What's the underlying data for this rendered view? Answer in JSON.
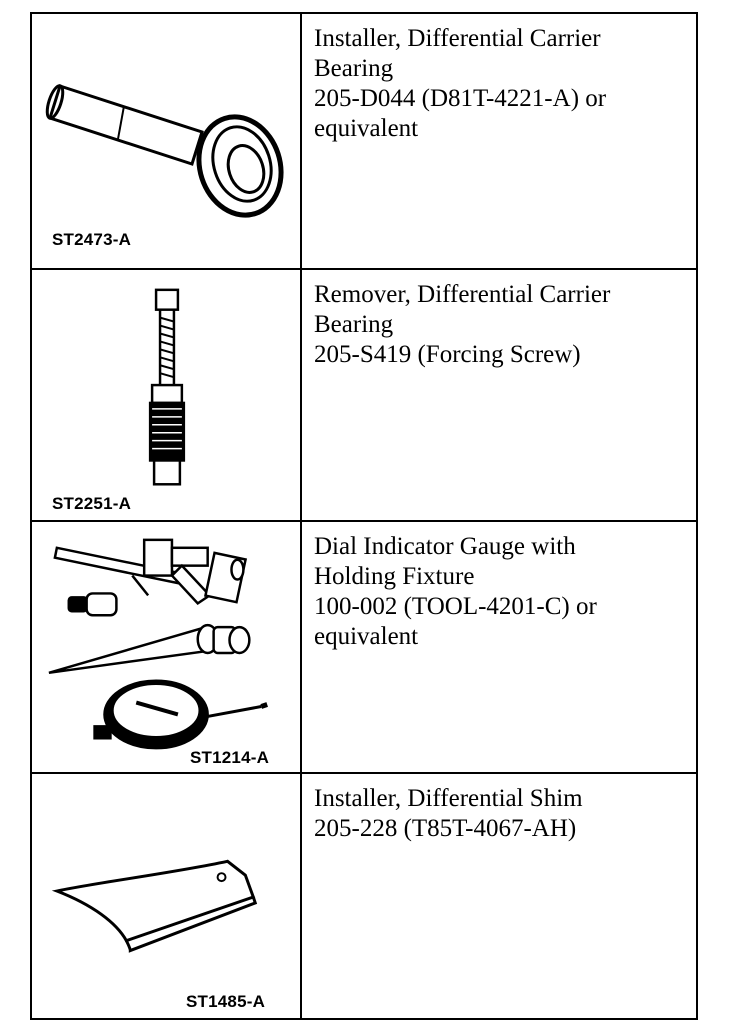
{
  "rows": [
    {
      "code": "ST2473-A",
      "icon": "differential-carrier-bearing-installer",
      "lines": [
        "Installer, Differential Carrier",
        "Bearing",
        "205-D044 (D81T-4221-A) or",
        "equivalent"
      ]
    },
    {
      "code": "ST2251-A",
      "icon": "forcing-screw",
      "lines": [
        "Remover, Differential Carrier",
        "Bearing",
        "205-S419 (Forcing Screw)"
      ]
    },
    {
      "code": "ST1214-A",
      "icon": "dial-indicator-with-fixture",
      "lines": [
        "Dial Indicator Gauge with",
        "Holding Fixture",
        "100-002 (TOOL-4201-C) or",
        "equivalent"
      ]
    },
    {
      "code": "ST1485-A",
      "icon": "differential-shim-installer",
      "lines": [
        "Installer, Differential Shim",
        "205-228 (T85T-4067-AH)"
      ]
    }
  ]
}
